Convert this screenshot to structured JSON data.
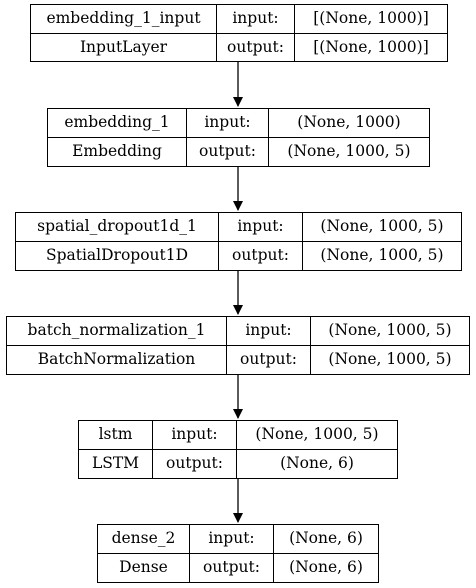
{
  "diagram": {
    "layers": [
      {
        "name": "embedding_1_input",
        "type": "InputLayer",
        "input_label": "input:",
        "output_label": "output:",
        "input_shape": "[(None, 1000)]",
        "output_shape": "[(None, 1000)]"
      },
      {
        "name": "embedding_1",
        "type": "Embedding",
        "input_label": "input:",
        "output_label": "output:",
        "input_shape": "(None, 1000)",
        "output_shape": "(None, 1000, 5)"
      },
      {
        "name": "spatial_dropout1d_1",
        "type": "SpatialDropout1D",
        "input_label": "input:",
        "output_label": "output:",
        "input_shape": "(None, 1000, 5)",
        "output_shape": "(None, 1000, 5)"
      },
      {
        "name": "batch_normalization_1",
        "type": "BatchNormalization",
        "input_label": "input:",
        "output_label": "output:",
        "input_shape": "(None, 1000, 5)",
        "output_shape": "(None, 1000, 5)"
      },
      {
        "name": "lstm",
        "type": "LSTM",
        "input_label": "input:",
        "output_label": "output:",
        "input_shape": "(None, 1000, 5)",
        "output_shape": "(None, 6)"
      },
      {
        "name": "dense_2",
        "type": "Dense",
        "input_label": "input:",
        "output_label": "output:",
        "input_shape": "(None, 6)",
        "output_shape": "(None, 6)"
      }
    ],
    "colors": {
      "border": "#000000",
      "background": "#ffffff",
      "arrow": "#000000"
    }
  }
}
